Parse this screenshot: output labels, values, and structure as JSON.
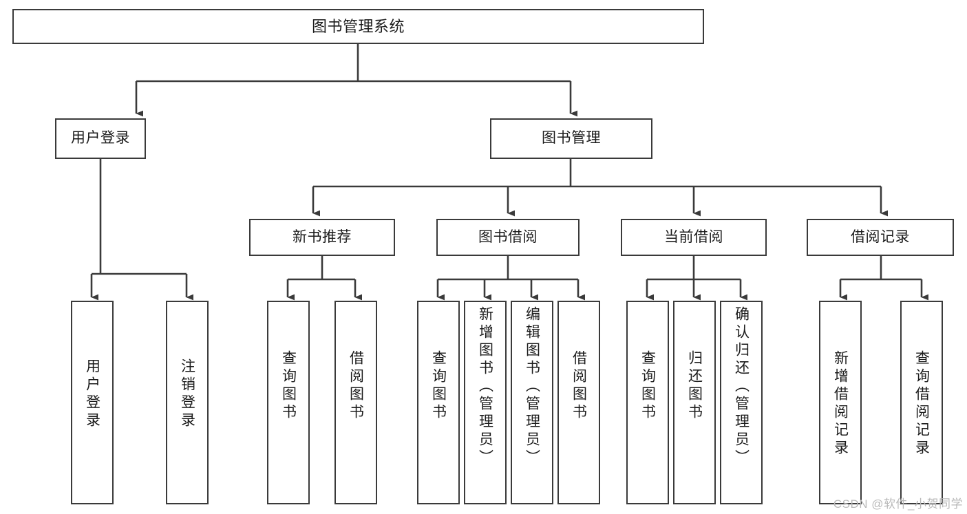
{
  "diagram": {
    "title": "图书管理系统",
    "type": "tree-hierarchy",
    "root": {
      "label": "图书管理系统"
    },
    "level2": [
      {
        "label": "用户登录"
      },
      {
        "label": "图书管理"
      }
    ],
    "level3": [
      {
        "label": "新书推荐"
      },
      {
        "label": "图书借阅"
      },
      {
        "label": "当前借阅"
      },
      {
        "label": "借阅记录"
      }
    ],
    "leaves": {
      "user_login": [
        {
          "label": "用户登录"
        },
        {
          "label": "注销登录"
        }
      ],
      "new_book_recommend": [
        {
          "label": "查询图书"
        },
        {
          "label": "借阅图书"
        }
      ],
      "book_borrow": [
        {
          "label": "查询图书"
        },
        {
          "label": "新增图书（管理员）"
        },
        {
          "label": "编辑图书（管理员）"
        },
        {
          "label": "借阅图书"
        }
      ],
      "current_borrow": [
        {
          "label": "查询图书"
        },
        {
          "label": "归还图书"
        },
        {
          "label": "确认归还（管理员）"
        }
      ],
      "borrow_record": [
        {
          "label": "新增借阅记录"
        },
        {
          "label": "查询借阅记录"
        }
      ]
    }
  },
  "watermark": {
    "text": "CSDN @软件_小贺同学"
  },
  "colors": {
    "stroke": "#3a3a3a",
    "background": "#ffffff",
    "text": "#1b1b1b",
    "watermark": "#b9b9b9"
  }
}
